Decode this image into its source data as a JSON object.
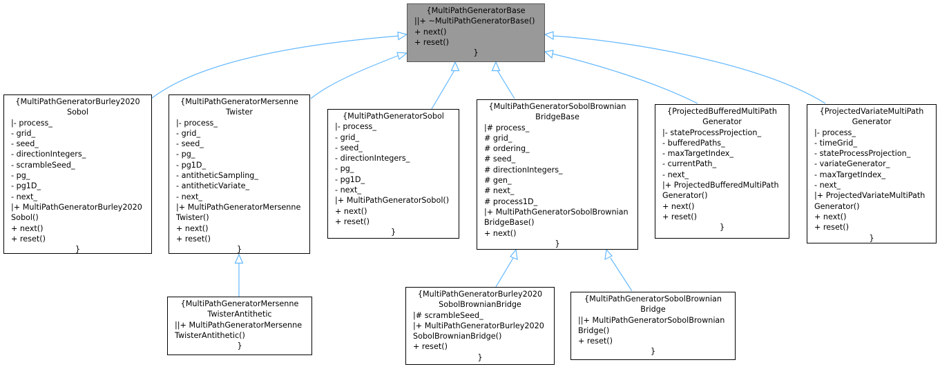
{
  "colors": {
    "edge": "#63b8ff",
    "base_fill": "#999999",
    "node_fill": "#ffffff",
    "border": "#000000"
  },
  "classes": {
    "base": {
      "name": "{MultiPathGeneratorBase",
      "members": "||+ ~MultiPathGeneratorBase()",
      "methods": "+ next()\n+ reset()",
      "close": "}"
    },
    "burley_sobol": {
      "name": "{MultiPathGeneratorBurley2020\nSobol",
      "members": "|- process_\n- grid_\n- seed_\n- directionIntegers_\n- scrambleSeed_\n- pg_\n- pg1D_\n- next_",
      "methods": "|+ MultiPathGeneratorBurley2020\nSobol()\n+ next()\n+ reset()",
      "close": "}"
    },
    "mersenne": {
      "name": "{MultiPathGeneratorMersenne\nTwister",
      "members": "|- process_\n- grid_\n- seed_\n- pg_\n- pg1D_\n- antitheticSampling_\n- antitheticVariate_\n- next_",
      "methods": "|+ MultiPathGeneratorMersenne\nTwister()\n+ next()\n+ reset()",
      "close": "}"
    },
    "sobol": {
      "name": "{MultiPathGeneratorSobol",
      "members": "|- process_\n- grid_\n- seed_\n- directionIntegers_\n- pg_\n- pg1D_\n- next_",
      "methods": "|+ MultiPathGeneratorSobol()\n+ next()\n+ reset()",
      "close": "}"
    },
    "sobol_bb_base": {
      "name": "{MultiPathGeneratorSobolBrownian\nBridgeBase",
      "members": "|# process_\n# grid_\n# ordering_\n# seed_\n# directionIntegers_\n# gen_\n# next_\n# process1D_",
      "methods": "|+ MultiPathGeneratorSobolBrownian\nBridgeBase()\n+ next()",
      "close": "}"
    },
    "projected_buffered": {
      "name": "{ProjectedBufferedMultiPath\nGenerator",
      "members": "|- stateProcessProjection_\n- bufferedPaths_\n- maxTargetIndex_\n- currentPath_\n- next_",
      "methods": "|+ ProjectedBufferedMultiPath\nGenerator()\n+ next()\n+ reset()",
      "close": "}"
    },
    "projected_variate": {
      "name": "{ProjectedVariateMultiPath\nGenerator",
      "members": "|- process_\n- timeGrid_\n- stateProcessProjection_\n- variateGenerator_\n- maxTargetIndex_\n- next_",
      "methods": "|+ ProjectedVariateMultiPath\nGenerator()\n+ next()\n+ reset()",
      "close": "}"
    },
    "mersenne_antithetic": {
      "name": "{MultiPathGeneratorMersenne\nTwisterAntithetic",
      "members": "||+ MultiPathGeneratorMersenne\nTwisterAntithetic()",
      "methods": "",
      "close": "}"
    },
    "burley_sobol_bb": {
      "name": "{MultiPathGeneratorBurley2020\nSobolBrownianBridge",
      "members": "|# scrambleSeed_",
      "methods": "|+ MultiPathGeneratorBurley2020\nSobolBrownianBridge()\n+ reset()",
      "close": "}"
    },
    "sobol_bb": {
      "name": "{MultiPathGeneratorSobolBrownian\nBridge",
      "members": "||+ MultiPathGeneratorSobolBrownian\nBridge()",
      "methods": "+ reset()",
      "close": "}"
    }
  }
}
